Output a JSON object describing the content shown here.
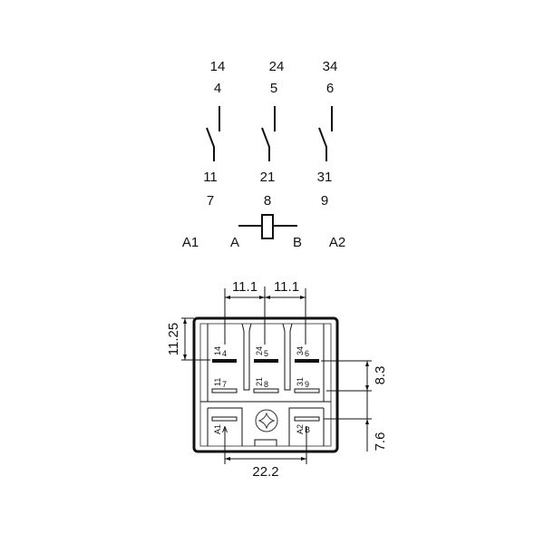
{
  "schematic": {
    "top_terminals": [
      "14",
      "24",
      "34"
    ],
    "top_pins": [
      "4",
      "5",
      "6"
    ],
    "common_terminals": [
      "11",
      "21",
      "31"
    ],
    "common_pins": [
      "7",
      "8",
      "9"
    ],
    "coil_labels": {
      "a1": "A1",
      "a": "A",
      "b": "B",
      "a2": "A2"
    }
  },
  "base": {
    "row1": [
      {
        "t": "14",
        "p": "4"
      },
      {
        "t": "24",
        "p": "5"
      },
      {
        "t": "34",
        "p": "6"
      }
    ],
    "row2": [
      {
        "t": "11",
        "p": "7"
      },
      {
        "t": "21",
        "p": "8"
      },
      {
        "t": "31",
        "p": "9"
      }
    ],
    "coil": [
      {
        "t": "A1",
        "p": "A"
      },
      {
        "t": "A2",
        "p": "B"
      }
    ]
  },
  "dimensions": {
    "pitch_left": "11.1",
    "pitch_right": "11.1",
    "top_offset": "11.25",
    "row_spacing": "8.3",
    "coil_offset": "7.6",
    "coil_spacing": "22.2"
  }
}
